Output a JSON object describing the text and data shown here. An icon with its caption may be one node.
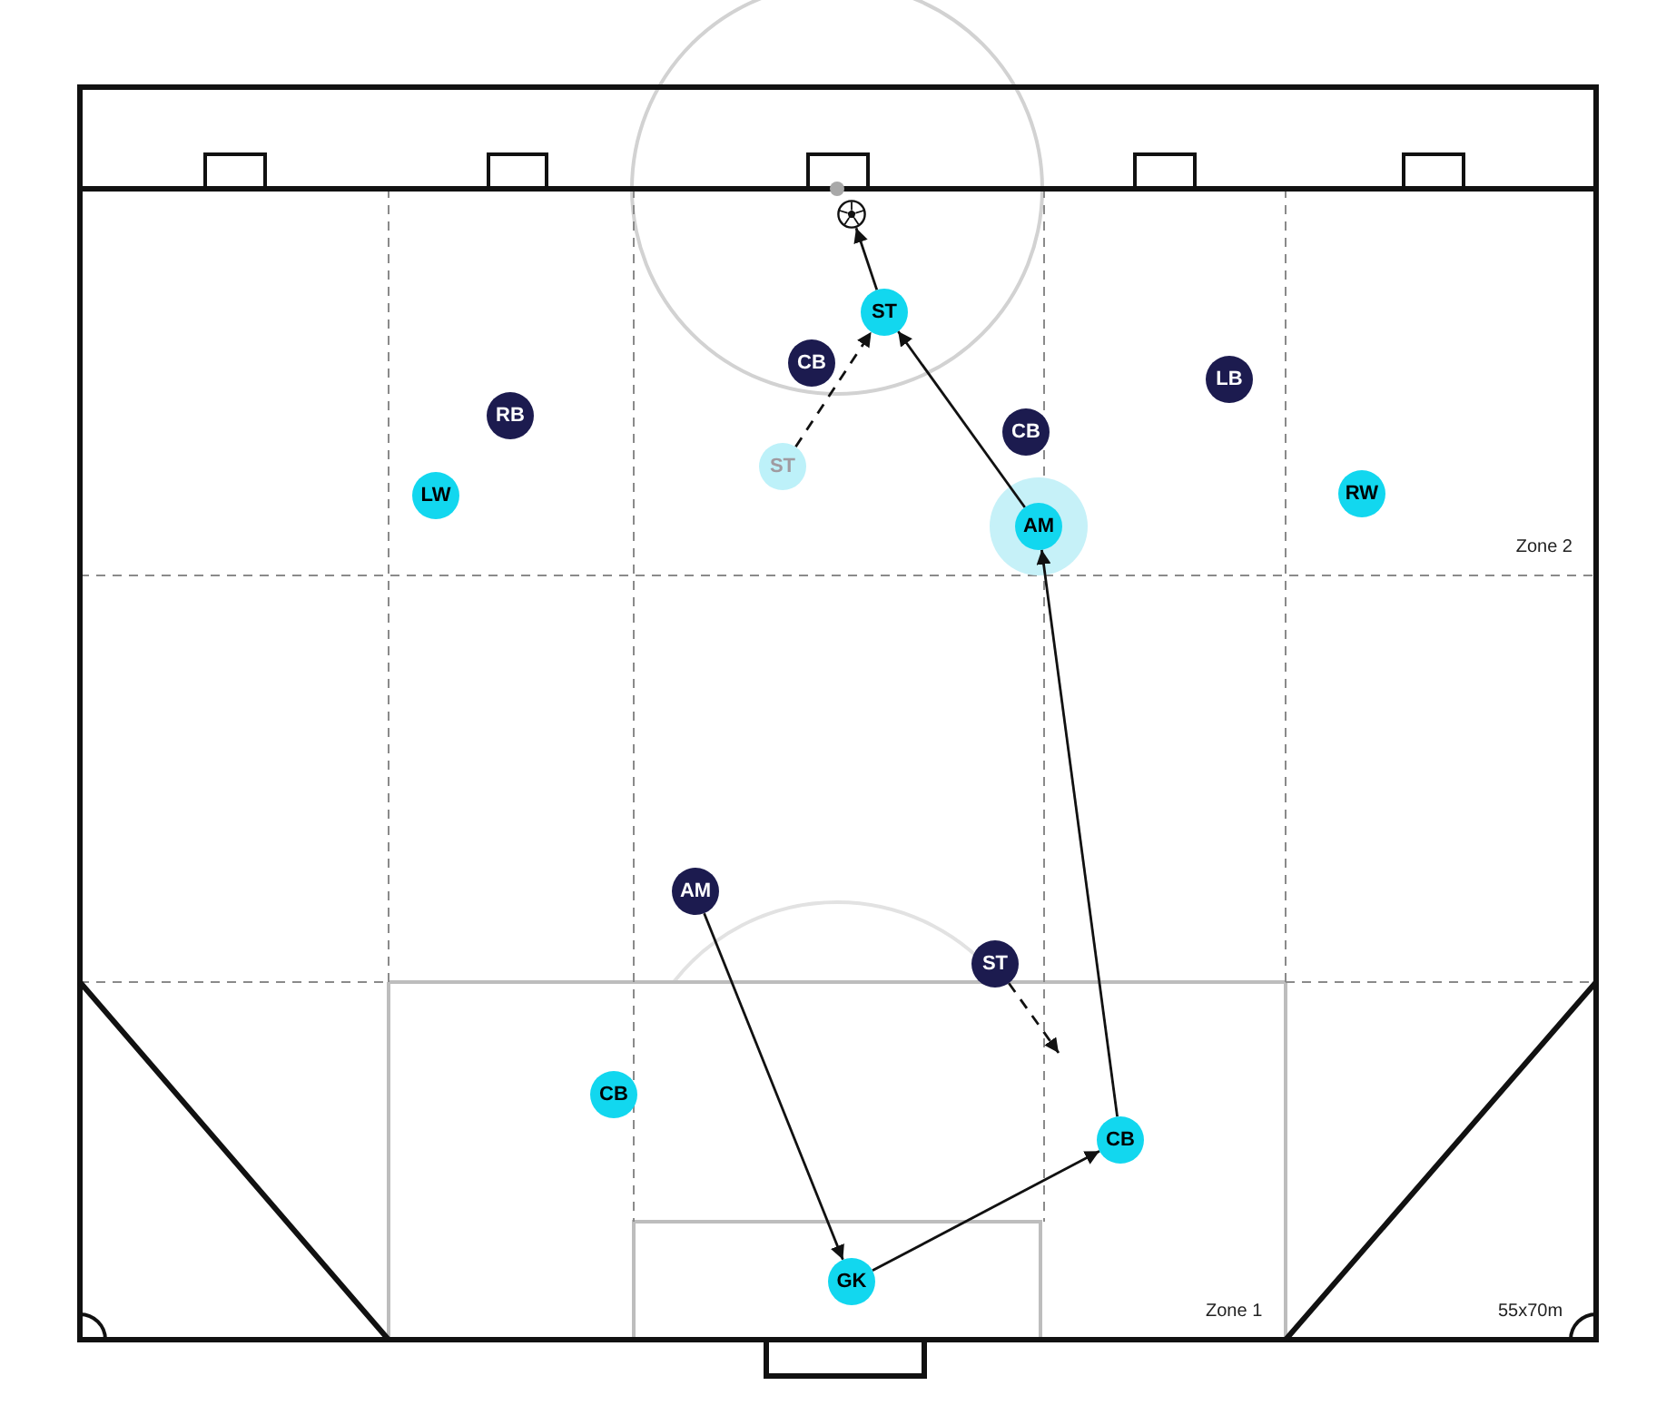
{
  "diagram": {
    "nodes": [
      {
        "text": [],
        "shape": "ball"
      },
      {
        "text": [
          "ST"
        ]
      },
      {
        "text": [
          "CB"
        ]
      },
      {
        "text": [
          "LB"
        ]
      },
      {
        "text": [
          "RB"
        ]
      },
      {
        "text": [
          "CB"
        ]
      },
      {
        "text": [
          "ST"
        ]
      },
      {
        "text": [
          "LW"
        ]
      },
      {
        "text": [
          "RW"
        ]
      },
      {
        "text": [
          "AM"
        ]
      },
      {
        "text": [
          "AM"
        ]
      },
      {
        "text": [
          "ST"
        ]
      },
      {
        "text": [
          "CB"
        ]
      },
      {
        "text": [
          "CB"
        ]
      },
      {
        "text": [
          "GK"
        ]
      }
    ],
    "edges": [
      {
        "from": 1,
        "to": 0,
        "arrow": "to"
      },
      {
        "from": 6,
        "to": 1,
        "arrow": "to",
        "style": "dashed"
      },
      {
        "from": 9,
        "to": 1,
        "arrow": "to"
      },
      {
        "from": 13,
        "to": 9,
        "arrow": "to"
      },
      {
        "from": 10,
        "to": 14,
        "arrow": "to"
      },
      {
        "from": 14,
        "to": 13,
        "arrow": "to"
      },
      {
        "from": 11,
        "to": null,
        "arrow": "to",
        "style": "dashed"
      }
    ],
    "labels": [
      "Zone 2",
      "Zone 1",
      "55x70m"
    ]
  }
}
